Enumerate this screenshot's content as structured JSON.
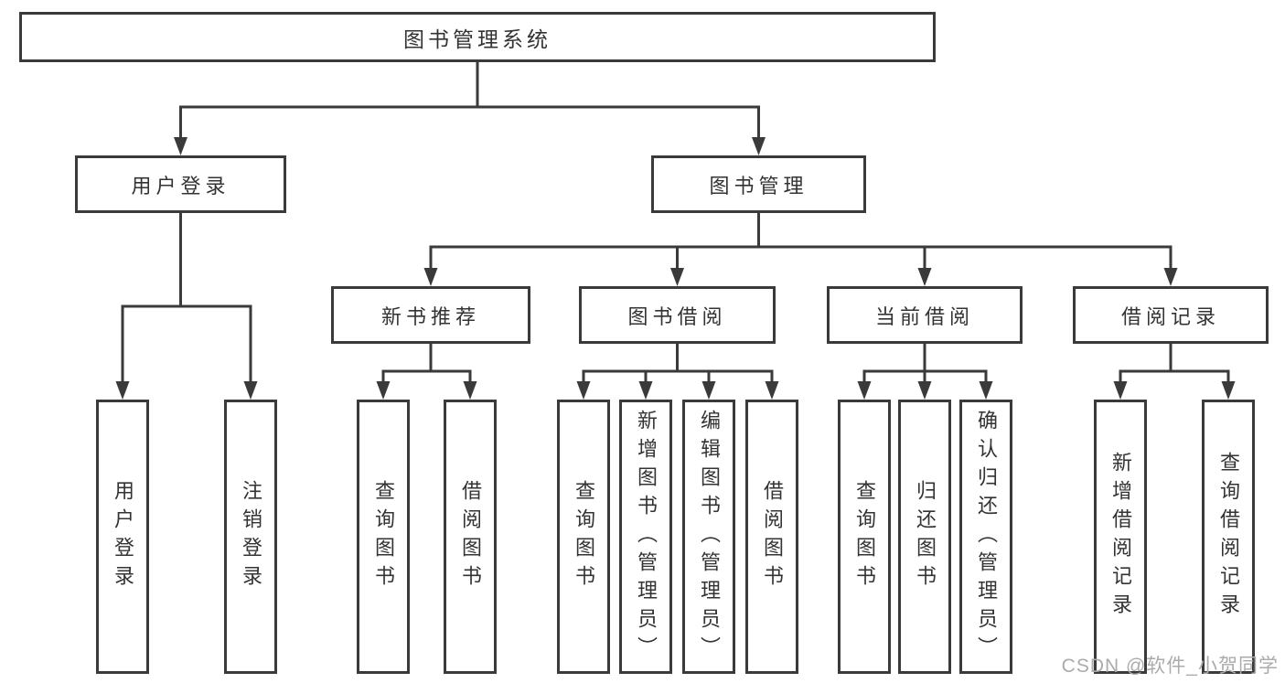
{
  "tree": {
    "root": {
      "label": "图书管理系统"
    },
    "branches": [
      {
        "label": "用户登录",
        "leaves": [
          {
            "label": "用户登录"
          },
          {
            "label": "注销登录"
          }
        ]
      },
      {
        "label": "图书管理",
        "children": [
          {
            "label": "新书推荐",
            "leaves": [
              {
                "label": "查询图书"
              },
              {
                "label": "借阅图书"
              }
            ]
          },
          {
            "label": "图书借阅",
            "leaves": [
              {
                "label": "查询图书"
              },
              {
                "label": "新增图书（管理员）"
              },
              {
                "label": "编辑图书（管理员）"
              },
              {
                "label": "借阅图书"
              }
            ]
          },
          {
            "label": "当前借阅",
            "leaves": [
              {
                "label": "查询图书"
              },
              {
                "label": "归还图书"
              },
              {
                "label": "确认归还（管理员）"
              }
            ]
          },
          {
            "label": "借阅记录",
            "leaves": [
              {
                "label": "新增借阅记录"
              },
              {
                "label": "查询借阅记录"
              }
            ]
          }
        ]
      }
    ]
  },
  "watermark": {
    "text": "CSDN @软件_小贺同学",
    "color": "#ababab"
  },
  "colors": {
    "line": "#3a3a3a",
    "text": "#333333",
    "box_background": "#ffffff"
  }
}
